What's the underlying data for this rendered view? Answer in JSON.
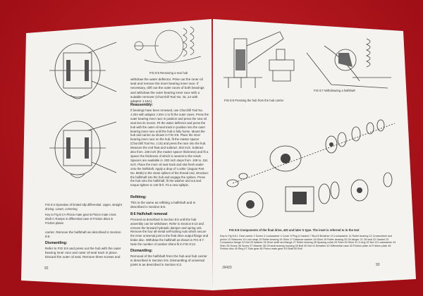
{
  "left_page": {
    "fig_8_4_caption": "FIG 8:4 Operation of limited slip differential. Upper, straight driving. Lower, cornering",
    "fig_8_4_key": "Key to Fig 8:4   A Pinion mate gear   B Pinion mate cross shaft   C Ramps in differential case   D Friction discs   E Friction plates",
    "left_text_1": "carrier. Remove the halfshaft as described in Section 8:6.",
    "dismantling_heading": "Dismantling:",
    "dismantling_text": "Refer to FIG 8:6 and press out the hub with the outer bearing inner race and outer oil seal track in place. Discard the outer oil seal. Remove three screws and",
    "page_number": "92",
    "fig_8_5_caption": "FIG 8:5 Removing a rear hub",
    "col2_text_1": "withdraw the water deflector. Prise out the inner oil seal and remove the inner bearing inner race. If necessary, drift out the outer races of both bearings and withdraw the outer bearing inner race with a suitable remover (Churchill Tool No. SL.14 with adaptor J.16A).",
    "reassembly_heading": "Reassembly:",
    "reassembly_text": "If bearings have been renewed, use Churchill Tool No. J.20A with adaptor J.20A-1 to fit the outer races. Press the outer bearing inner race in position and press the new oil seal into its recess. Fit the water deflector and press the hub with the outer oil seal track in position into the outer bearing inner race until the hub is fully home. Mount the hub and carrier as shown in FIG 8:8. Place the inner bearing inner race on the hub, fit the master spacer (Churchill Tool No. J.15) and press the race into the hub. Measure the end float and subtract .002 inch. Subtract also from .150 inch (the master spacer thickness) and fit a spacer the thickness of which is nearest to the result. Spacers are available in .003 inch steps from .109 to .151 inch. Place the inner oil seal track and slot fresh sealer onto the halfshaft. Apply a drop of 'Loctite' (Jaguar Part No. 9635) to the clean splines of the thread end, introduce the halfshaft into the hub and engage the splines. Press the hub onto the halfshaft, fit the washer and nut and torque tighten to 140 lb ft. Fit a new splitpin.",
    "refitting_heading": "Refitting:",
    "refitting_text": "This is the same as refitting a halfshaft and is described in Section 8:6.",
    "halfshaft_heading": "8:6 Halfshaft removal",
    "halfshaft_text": "Proceed as described in Section 8:5 until the hub assembly can be withdrawn. Refer to Section 8:13 and remove the forward hydraulic damper and spring unit. Remove the four all-metal self-locking nuts which secure the inner universal joint to the final drive output flange and brake disc. Withdraw the halfshaft as shown in FIG 8:7. Note the number of camber shims fit in FIG 8:13.",
    "dismantling2_heading": "Dismantling:",
    "dismantling2_text": "Removal of the halfshaft from the hub and hub carrier is described in Section 8:5. Dismantling of universal joints is as described in Section 8:3."
  },
  "right_page": {
    "fig_8_6_caption": "FIG 8:6 Pressing the hub from the hub carrier",
    "fig_8_7_caption": "FIG 8:7 Withdrawing a halfshaft",
    "fig_8_8_caption": "FIG 8:8 Components of the final drive, 420 and later S type. The inset is referred to in the text",
    "fig_8_8_key": "Key to Fig 8:8   1 Gear carrier   2 Screw   3 Lockwasher   4 Cover   5 Plug   6 Gasket   7 Stud   8 Breather   10 Lockwasher   11 Roller bearing   12 Crownwheel and pinion   13 Setscrew   14 Lock strap   15 Roller bearing   16 Shim   17 Distance washer   18 Shim   19 Roller bearing   20 Oil slinger   21 Oil seal   22 Gasket   23 Companion flange   24 Nut   25 Washer   26 Drive shaft and flange   27 Roller bearing   28 Spacing collar   29 Shim   30 Shim   31 O-ring   32 Nut   33 Lockwasher   34 Shim   35 Screw   36 Screw   37 Washer   38 Oil seal bearing housing   39 Bolt   40 Nut   41 Breather   42 Differential case   43 Friction plate   44 Friction plate   46 Friction disc   45 Ring   47 Side gear   48 Pinion mate gear   49 Shaft   50 Bolt",
    "footer_left": "J9420",
    "page_number": "93"
  },
  "colors": {
    "background": "#b0141a",
    "paper": "#f2f1ee",
    "ink": "#333333"
  }
}
